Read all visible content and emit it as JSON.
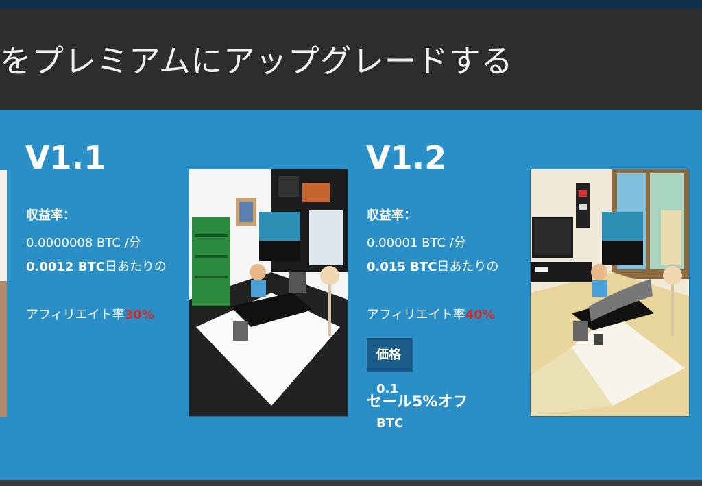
{
  "header": {
    "title": "をプレミアムにアップグレードする"
  },
  "plans": [
    {
      "name": "V1.1",
      "profit_label": "収益率：",
      "rate_per_min": "0.0000008 BTC /分",
      "rate_per_day_bold": "0.0012 BTC",
      "rate_per_day_suffix": "日あたりの",
      "affiliate_label": "アフィリエイト率",
      "affiliate_value": "30%"
    },
    {
      "name": "V1.2",
      "profit_label": "収益率：",
      "rate_per_min": "0.00001 BTC /分",
      "rate_per_day_bold": "0.015 BTC",
      "rate_per_day_suffix": "日あたりの",
      "affiliate_label": "アフィリエイト率",
      "affiliate_value": "40%",
      "price_label": "価格0.1 BTC",
      "sale_label": "セール5%オフ"
    }
  ],
  "colors": {
    "header_bg": "#2d2d2d",
    "panel_bg": "#2a8fc6",
    "price_box_bg": "#1b5b88",
    "affiliate_red": "#d42a2a"
  },
  "icons": [
    "office-room-v1-1-image",
    "office-room-v1-2-image"
  ]
}
